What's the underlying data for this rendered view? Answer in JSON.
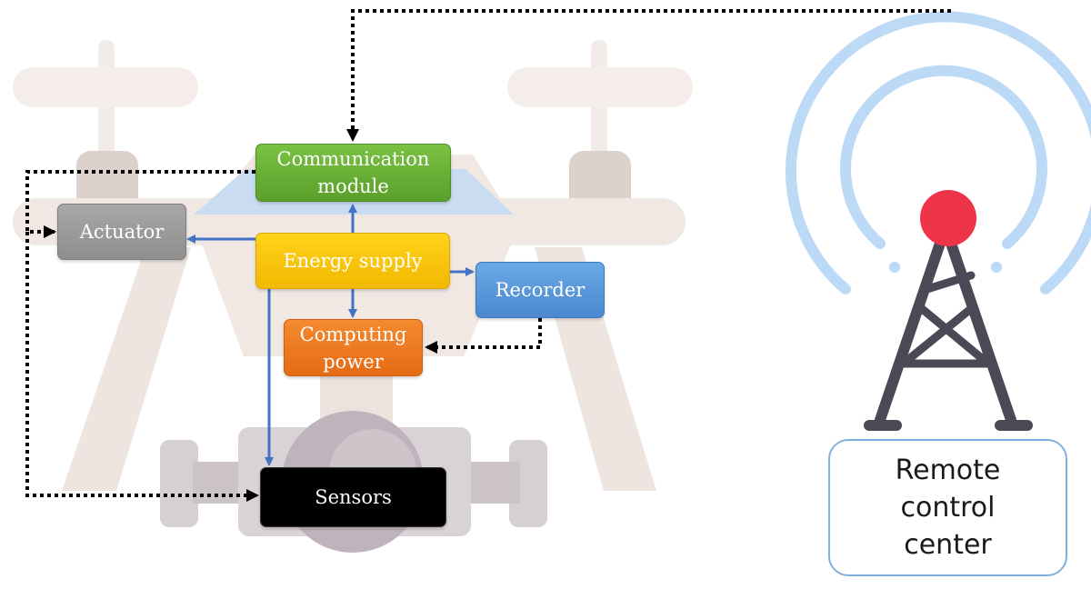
{
  "diagram": {
    "nodes": {
      "communication_module": "Communication module",
      "actuator": "Actuator",
      "energy_supply": "Energy supply",
      "recorder": "Recorder",
      "computing_power": "Computing power",
      "sensors": "Sensors",
      "remote_control_center": "Remote control center"
    },
    "edges": [
      {
        "from": "energy_supply",
        "to": "communication_module",
        "style": "solid"
      },
      {
        "from": "energy_supply",
        "to": "actuator",
        "style": "solid"
      },
      {
        "from": "energy_supply",
        "to": "recorder",
        "style": "solid"
      },
      {
        "from": "energy_supply",
        "to": "computing_power",
        "style": "solid"
      },
      {
        "from": "energy_supply",
        "to": "sensors",
        "style": "solid"
      },
      {
        "from": "recorder",
        "to": "computing_power",
        "style": "dotted"
      },
      {
        "from": "remote_control_center",
        "to": "communication_module",
        "style": "dotted"
      },
      {
        "from": "communication_module",
        "to": "actuator",
        "style": "dotted"
      },
      {
        "from": "communication_module",
        "to": "sensors",
        "style": "dotted"
      }
    ],
    "colors": {
      "communication_module": "#6cb33a",
      "actuator": "#9a9a9a",
      "energy_supply": "#fac400",
      "recorder": "#5597db",
      "computing_power": "#ee7a22",
      "sensors": "#000000",
      "solid_arrow": "#4472c4",
      "dotted_arrow": "#000000",
      "tower_light": "#ef3349",
      "tower_body": "#4a4a56",
      "signal_waves": "#bcd9f5",
      "drone_silhouette": "#efe6e2"
    },
    "icons": [
      "drone-icon",
      "radio-tower-icon"
    ]
  }
}
